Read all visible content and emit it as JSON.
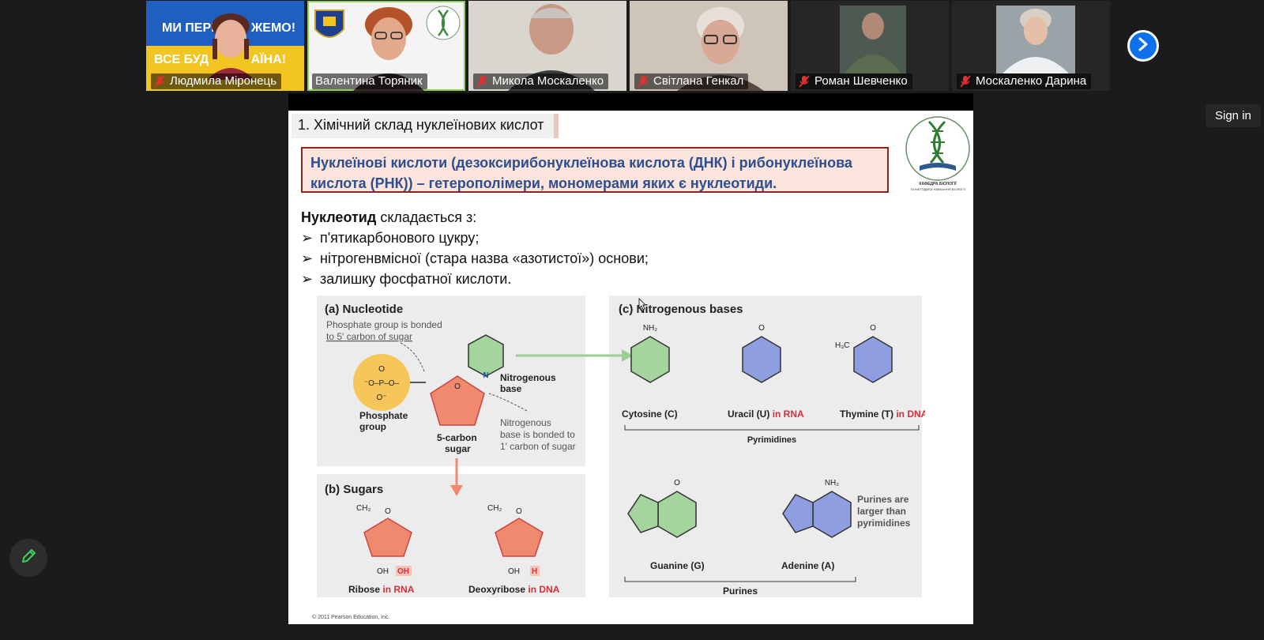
{
  "participants": [
    {
      "name": "Людмила Міронець",
      "muted": true,
      "banner_line1": "МИ ПЕРЕ",
      "banner_line1b": "ЖЕМО!",
      "banner_line2": "ВСЕ БУД",
      "banner_line2b": "АЇНА!"
    },
    {
      "name": "Валентина Торяник",
      "muted": false,
      "speaking": true
    },
    {
      "name": "Микола Москаленко",
      "muted": true
    },
    {
      "name": "Світлана Генкал",
      "muted": true
    },
    {
      "name": "Роман Шевченко",
      "muted": true
    },
    {
      "name": "Москаленко Дарина",
      "muted": true
    }
  ],
  "controls": {
    "sign_in": "Sign in"
  },
  "slide": {
    "title": "1. Хімічний склад нуклеїнових кислот",
    "definition_line1": "Нуклеїнові кислоти (дезоксирибонуклеїнова кислота (ДНК) і рибонуклеїнова",
    "definition_line2": "кислота (РНК)) – гетерополімери, мономерами яких є нуклеотиди.",
    "nucleotide_bold": "Нуклеотид",
    "nucleotide_rest": " складається з:",
    "items": [
      "п'ятикарбонового цукру;",
      "нітрогенвмісної (стара назва «азотистої») основи;",
      "залишку фосфатної кислоти."
    ],
    "logo_caption": "КАФЕДРА БІОЛОГІЇ",
    "logo_caption2": "ТА МЕТОДИКИ НАВЧАННЯ БІОЛОГІЇ",
    "copyright": "© 2011 Pearson Education, Inc."
  },
  "figure": {
    "a_title": "(a) Nucleotide",
    "a_note1": "Phosphate group is bonded",
    "a_note2": "to 5′ carbon of sugar",
    "phosphate_label1": "Phosphate",
    "phosphate_label2": "group",
    "sugar_label1": "5-carbon",
    "sugar_label2": "sugar",
    "base_label1": "Nitrogenous",
    "base_label2": "base",
    "base_note1": "Nitrogenous",
    "base_note2": "base is bonded to",
    "base_note3": "1′ carbon of sugar",
    "b_title": "(b) Sugars",
    "ribose": "Ribose",
    "deoxyribose": "Deoxyribose",
    "in_rna": "in RNA",
    "in_dna": "in DNA",
    "c_title": "(c) Nitrogenous bases",
    "cytosine": "Cytosine (C)",
    "uracil": "Uracil (U)",
    "thymine": "Thymine (T)",
    "pyrimidines": "Pyrimidines",
    "guanine": "Guanine (G)",
    "adenine": "Adenine (A)",
    "purines": "Purines",
    "purine_note1": "Purines are",
    "purine_note2": "larger than",
    "purine_note3": "pyrimidines"
  },
  "colors": {
    "accent": "#0e71eb",
    "speaking": "#8fd14f",
    "mute": "#e0312f",
    "def_text": "#2f4e8f",
    "def_border": "#8a2520"
  },
  "icons": {
    "mute": "microphone-muted-icon",
    "next": "chevron-right-icon",
    "edit": "pencil-icon"
  }
}
